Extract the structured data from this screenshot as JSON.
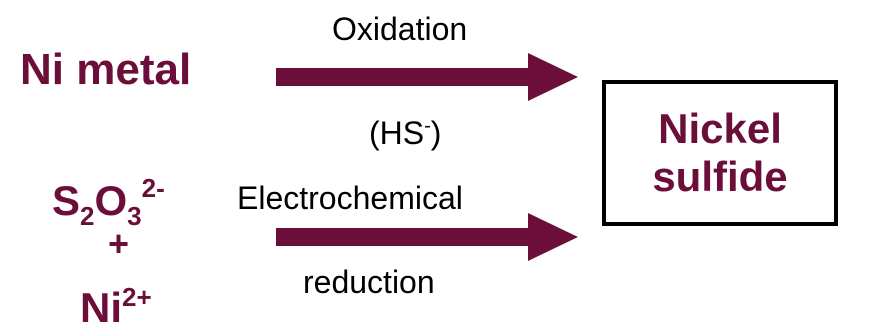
{
  "reactants": {
    "top": "Ni metal",
    "thiosulfate": {
      "s": "S",
      "s_sub": "2",
      "o": "O",
      "o_sub": "3",
      "charge": "2-"
    },
    "plus": "+",
    "nickel_ion": {
      "symbol": "Ni",
      "charge": "2+"
    }
  },
  "top_path": {
    "label_above": "Oxidation",
    "label_below_open": "(HS",
    "label_below_sup": "-",
    "label_below_close": ")"
  },
  "bottom_path": {
    "label_above": "Electrochemical",
    "label_below": "reduction"
  },
  "product": {
    "line1": "Nickel",
    "line2": "sulfide"
  },
  "colors": {
    "accent": "#6b0f3a",
    "text": "#000000",
    "background": "#ffffff"
  }
}
